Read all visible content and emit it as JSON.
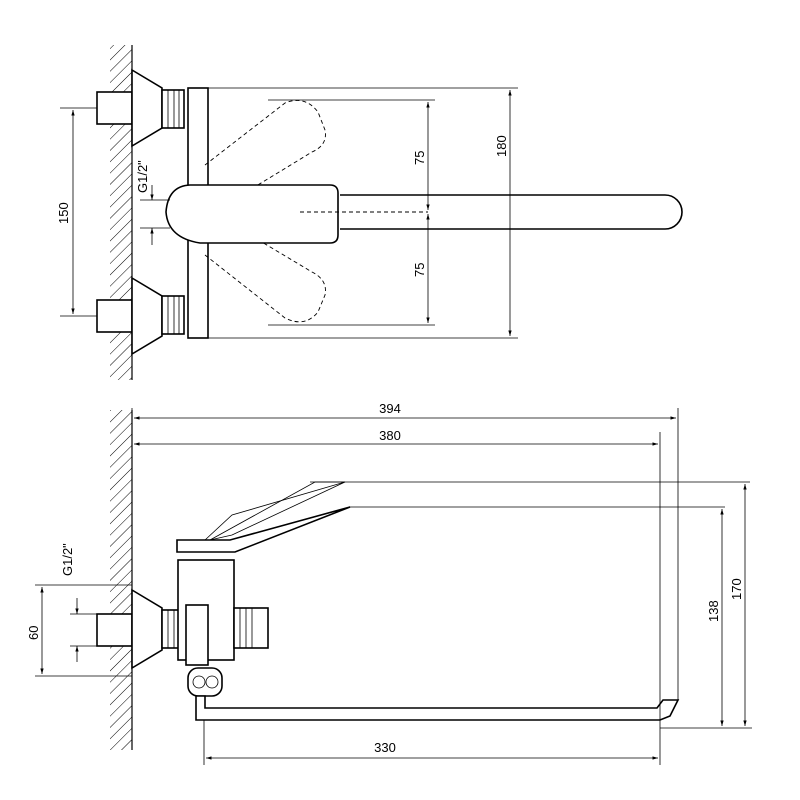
{
  "drawing": {
    "top_view": {
      "thread_label": "G1/2\"",
      "dim_axis_spacing": "150",
      "dim_upper_half": "75",
      "dim_lower_half": "75",
      "dim_body_height": "180"
    },
    "side_view": {
      "thread_label": "G1/2\"",
      "dim_inlet_height": "60",
      "dim_total_length": "394",
      "dim_lever_reach": "380",
      "dim_spout_reach": "330",
      "dim_lever_height": "138",
      "dim_lever_raised_height": "170"
    }
  }
}
